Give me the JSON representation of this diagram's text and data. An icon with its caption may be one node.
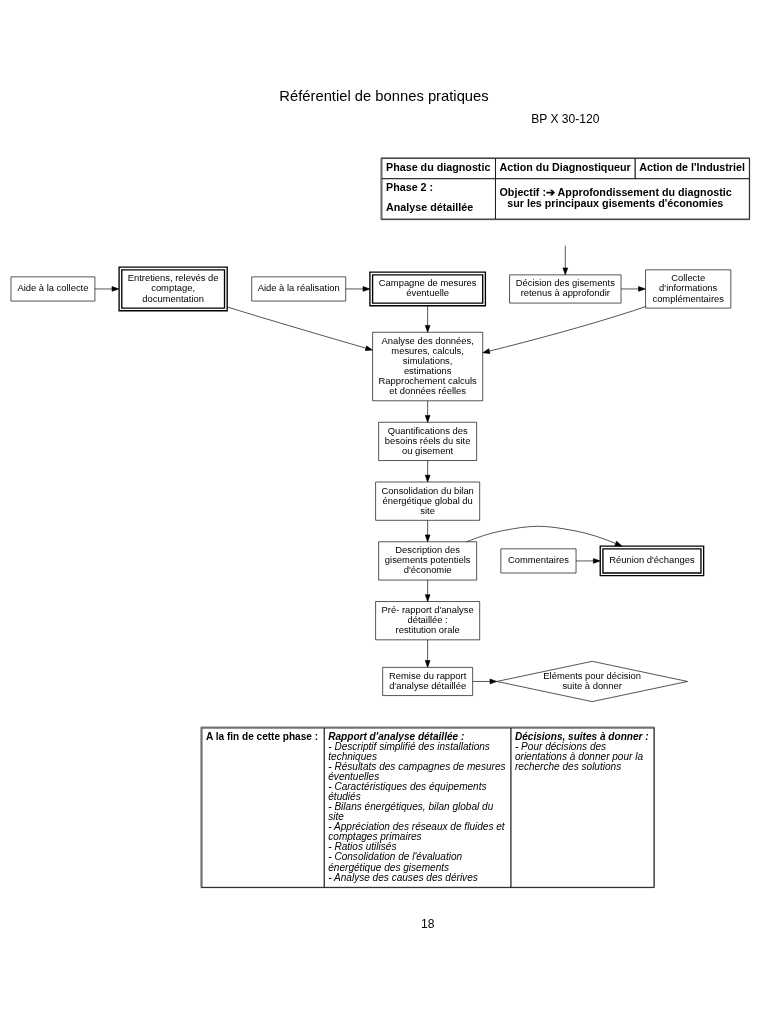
{
  "diagram": {
    "title": "Référentiel de bonnes pratiques",
    "nodes": [
      {
        "text": [
          "Collecte d'informations complémentaires"
        ]
      },
      {
        "text": [
          "Décision des gisements retenus à approfondir"
        ]
      },
      {
        "text": [
          "Entretiens, relevés de comptage, documentation"
        ]
      },
      {
        "text": [
          "Aide à la collecte"
        ]
      },
      {
        "text": [
          "Campagne de mesures éventuelle"
        ]
      },
      {
        "text": [
          "Aide à la réalisation"
        ]
      },
      {
        "text": [
          "Analyse des données, mesures, calculs, simulations, estimations Rapprochement calculs et données réelles"
        ]
      },
      {
        "text": [
          "Quantifications des besoins réels du site ou gisement"
        ]
      },
      {
        "text": [
          "Consolidation du bilan énergétique global du site"
        ]
      },
      {
        "text": [
          "Description des gisements potentiels d'économie"
        ]
      },
      {
        "text": [
          "Réunion d'échanges"
        ]
      },
      {
        "text": [
          "Commentaires"
        ]
      },
      {
        "text": [
          "Pré- rapport d'analyse détaillée : restitution orale"
        ]
      },
      {
        "text": [
          "Remise du rapport d'analyse détaillée"
        ]
      },
      {
        "text": [
          "Eléments pour décision suite à donner"
        ]
      }
    ],
    "edges": [
      {
        "from": null,
        "to": 1,
        "arrow": "to"
      },
      {
        "from": 1,
        "to": 0,
        "arrow": "to"
      },
      {
        "from": 3,
        "to": 2,
        "arrow": "to"
      },
      {
        "from": 5,
        "to": 4,
        "arrow": "to"
      },
      {
        "from": 0,
        "to": 6,
        "arrow": "to"
      },
      {
        "from": 2,
        "to": 6,
        "arrow": "to"
      },
      {
        "from": 4,
        "to": 6,
        "arrow": "to"
      },
      {
        "from": 6,
        "to": 7,
        "arrow": "to"
      },
      {
        "from": 7,
        "to": 8,
        "arrow": "to"
      },
      {
        "from": 8,
        "to": 9,
        "arrow": "to"
      },
      {
        "from": 9,
        "to": 10,
        "arrow": "to"
      },
      {
        "from": 11,
        "to": 10,
        "arrow": "to"
      },
      {
        "from": 9,
        "to": 12,
        "arrow": "to"
      },
      {
        "from": 12,
        "to": 13,
        "arrow": "to"
      },
      {
        "from": 13,
        "to": 14,
        "arrow": "to"
      }
    ],
    "labels": [
      "BP X 30-120",
      "Phase du diagnostic",
      "Action du Diagnostiqueur",
      "Action de l'Industriel",
      "Phase 2 :",
      "Analyse détaillée",
      "Objectif :➔ Approfondissement du diagnostic sur les principaux gisements d'économies",
      "A la fin de cette phase :",
      "Rapport d'analyse détaillée :",
      "- Descriptif simplifié des installations techniques",
      "- Résultats des campagnes de mesures éventuelles",
      "- Caractéristiques des équipements étudiés",
      "- Bilans énergétiques, bilan global du site",
      "- Appréciation des réseaux de fluides et comptages primaires",
      "- Ratios utilisés",
      "- Consolidation de l'évaluation énergétique des gisements",
      "- Analyse des causes des dérives",
      "Décisions, suites à donner :",
      "- Pour décisions des orientations à donner pour la recherche des solutions",
      "18"
    ]
  }
}
